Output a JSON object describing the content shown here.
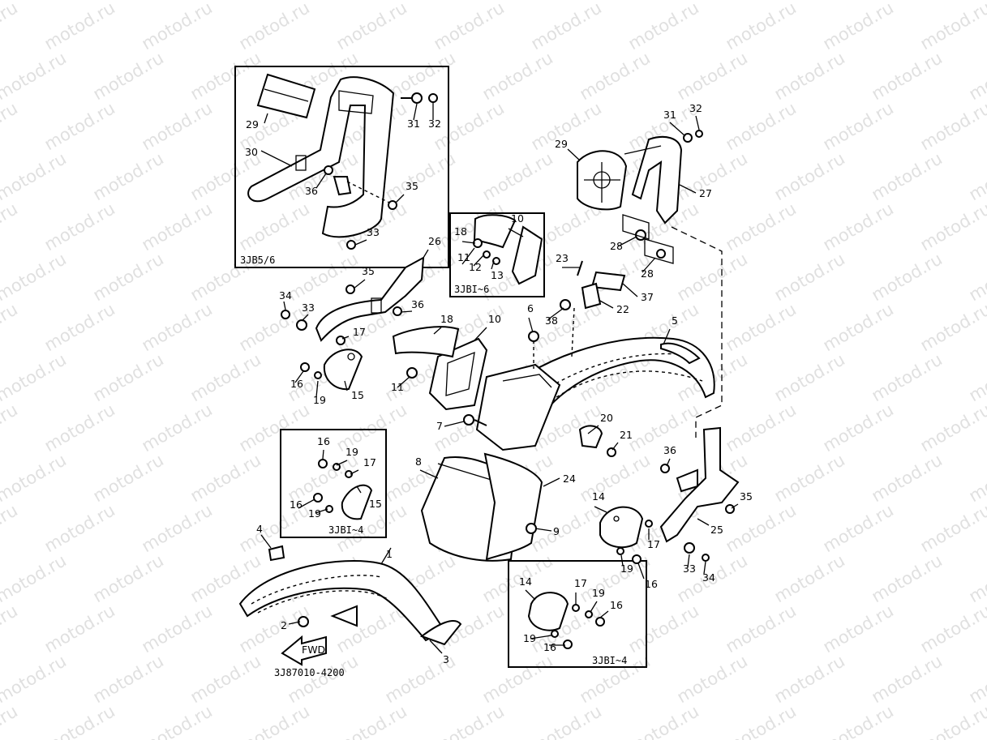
{
  "watermark": "motod.ru",
  "diagram_code": "3J87010-4200",
  "fwd_label": "FWD",
  "box_captions": {
    "top_left": "3JB5/6",
    "light_box": "3JBI~6",
    "left_box": "3JBI~4",
    "right_box": "3JBI~4"
  },
  "callouts": [
    {
      "n": "1"
    },
    {
      "n": "2"
    },
    {
      "n": "3"
    },
    {
      "n": "4"
    },
    {
      "n": "5"
    },
    {
      "n": "6"
    },
    {
      "n": "7"
    },
    {
      "n": "8"
    },
    {
      "n": "9"
    },
    {
      "n": "10"
    },
    {
      "n": "10"
    },
    {
      "n": "11"
    },
    {
      "n": "11"
    },
    {
      "n": "12"
    },
    {
      "n": "13"
    },
    {
      "n": "14"
    },
    {
      "n": "14"
    },
    {
      "n": "15"
    },
    {
      "n": "15"
    },
    {
      "n": "16"
    },
    {
      "n": "16"
    },
    {
      "n": "16"
    },
    {
      "n": "16"
    },
    {
      "n": "16"
    },
    {
      "n": "16"
    },
    {
      "n": "17"
    },
    {
      "n": "17"
    },
    {
      "n": "17"
    },
    {
      "n": "17"
    },
    {
      "n": "18"
    },
    {
      "n": "18"
    },
    {
      "n": "19"
    },
    {
      "n": "19"
    },
    {
      "n": "19"
    },
    {
      "n": "19"
    },
    {
      "n": "19"
    },
    {
      "n": "19"
    },
    {
      "n": "20"
    },
    {
      "n": "21"
    },
    {
      "n": "22"
    },
    {
      "n": "23"
    },
    {
      "n": "24"
    },
    {
      "n": "25"
    },
    {
      "n": "26"
    },
    {
      "n": "27"
    },
    {
      "n": "28"
    },
    {
      "n": "28"
    },
    {
      "n": "29"
    },
    {
      "n": "29"
    },
    {
      "n": "30"
    },
    {
      "n": "31"
    },
    {
      "n": "31"
    },
    {
      "n": "32"
    },
    {
      "n": "32"
    },
    {
      "n": "33"
    },
    {
      "n": "33"
    },
    {
      "n": "33"
    },
    {
      "n": "34"
    },
    {
      "n": "34"
    },
    {
      "n": "35"
    },
    {
      "n": "35"
    },
    {
      "n": "35"
    },
    {
      "n": "36"
    },
    {
      "n": "36"
    },
    {
      "n": "36"
    },
    {
      "n": "37"
    },
    {
      "n": "38"
    }
  ]
}
